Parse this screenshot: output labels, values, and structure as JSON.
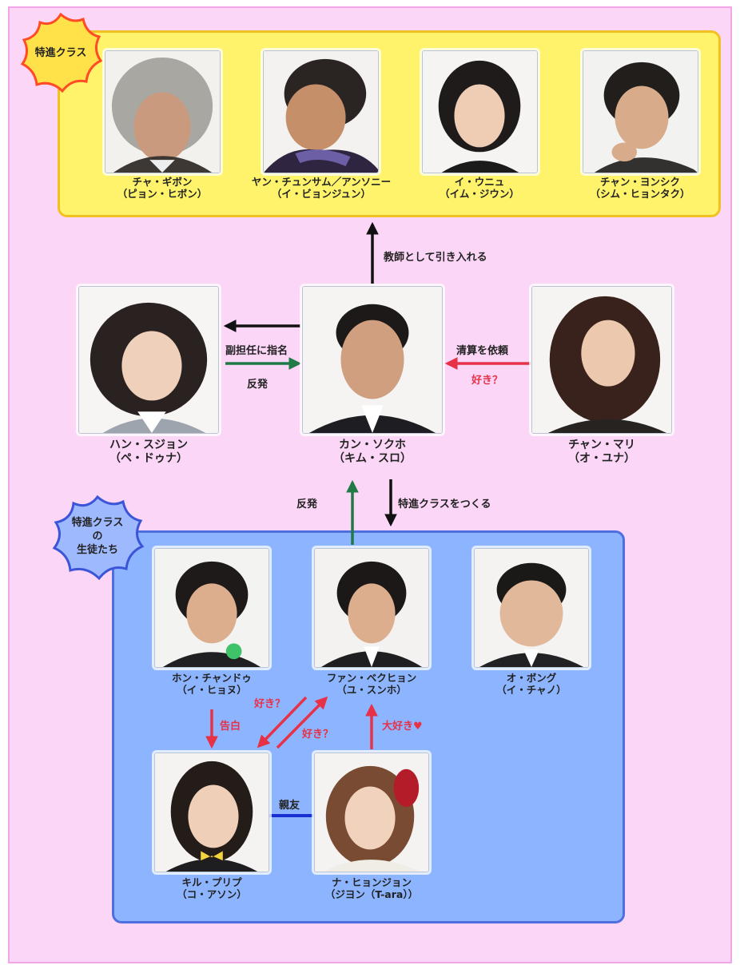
{
  "badges": {
    "top": "特進クラス",
    "bottom": [
      "特進クラス",
      "の",
      "生徒たち"
    ]
  },
  "people": {
    "cha_gibon": {
      "name": "チャ・ギボン",
      "actor": "（ピョン・ヒボン）"
    },
    "yang_chunsam": {
      "name": "ヤン・チュンサム／アンソニー",
      "actor": "（イ・ビョンジュン）"
    },
    "lee_ueunyu": {
      "name": "イ・ウニュ",
      "actor": "（イム・ジウン）"
    },
    "chan_yongsik": {
      "name": "チャン・ヨンシク",
      "actor": "（シム・ヒョンタク）"
    },
    "han_sujeong": {
      "name": "ハン・スジョン",
      "actor": "（ペ・ドゥナ）"
    },
    "kang_sukho": {
      "name": "カン・ソクホ",
      "actor": "（キム・スロ）"
    },
    "jang_mari": {
      "name": "チャン・マリ",
      "actor": "（オ・ユナ）"
    },
    "hong_chandu": {
      "name": "ホン・チャンドゥ",
      "actor": "（イ・ヒョヌ）"
    },
    "hwang_baekhyeon": {
      "name": "ファン・ベクヒョン",
      "actor": "（ユ・スンホ）"
    },
    "oh_bongu": {
      "name": "オ・ボング",
      "actor": "（イ・チャノ）"
    },
    "gil_pulip": {
      "name": "キル・プリプ",
      "actor": "（コ・アソン）"
    },
    "na_hyeonjeong": {
      "name": "ナ・ヒョンジョン",
      "actor": "（ジヨン（T-ara））"
    }
  },
  "relations": {
    "teacher": "教師として引き入れる",
    "vice": "副担任に指名",
    "rebel_han": "反発",
    "settlement": "清算を依頼",
    "like_mari": "好き？",
    "rebel_students": "反発",
    "make_class": "特進クラスをつくる",
    "like_a": "好き？",
    "like_b": "好き？",
    "confess": "告白",
    "love": "大好き♥",
    "bestfriend": "親友"
  },
  "colors": {
    "background": "#fbd6f6",
    "top_panel": "#fff36b",
    "bottom_panel": "#8db4ff",
    "arrow_black": "#111111",
    "arrow_green": "#1f7a46",
    "arrow_red": "#e63146",
    "line_blue": "#1a2fd1",
    "badge_top": "#ffe24a",
    "badge_bottom": "#9fb9ff"
  }
}
